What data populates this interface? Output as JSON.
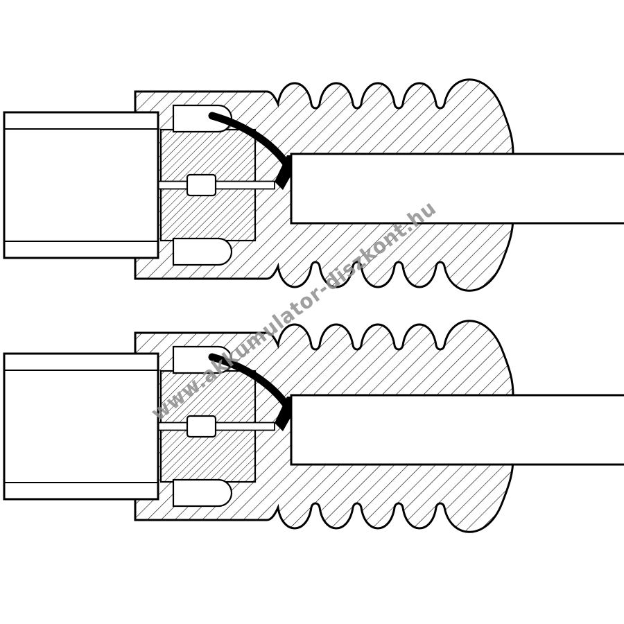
{
  "watermark": {
    "text": "www.akkumulator-diszkont.hu",
    "color": "#8f8f8f"
  },
  "diagram": {
    "description": "Cross-section technical line drawing of two coaxial antenna cable connectors stacked vertically",
    "line_color": "#000000",
    "background_color": "#ffffff",
    "views": [
      {
        "label": "top-connector-cross-section"
      },
      {
        "label": "bottom-connector-cross-section"
      }
    ]
  }
}
